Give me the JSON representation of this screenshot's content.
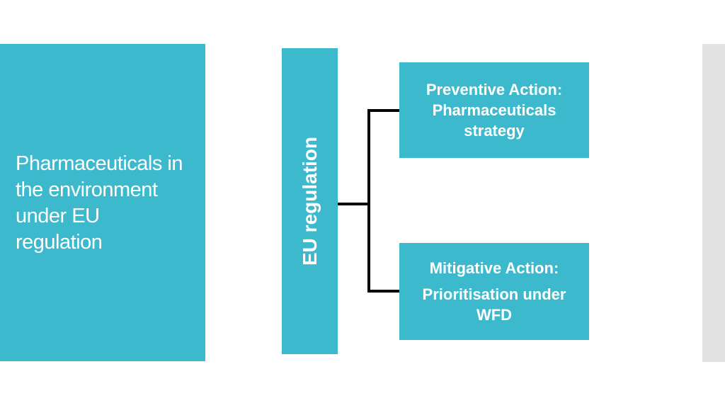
{
  "colors": {
    "accent_teal": "#3DB9CD",
    "connector_black": "#000000",
    "margin_bar_gray": "#E2E2E2",
    "text_white": "#FFFFFF"
  },
  "left_panel": {
    "title": "Pharmaceuticals in\nthe environment\nunder EU\nregulation"
  },
  "diagram": {
    "root": {
      "label": "EU regulation"
    },
    "branches": [
      {
        "lines": [
          "Preventive Action:",
          "Pharmaceuticals",
          "strategy"
        ]
      },
      {
        "heading": "Mitigative Action:",
        "body": "Prioritisation under\nWFD"
      }
    ]
  }
}
